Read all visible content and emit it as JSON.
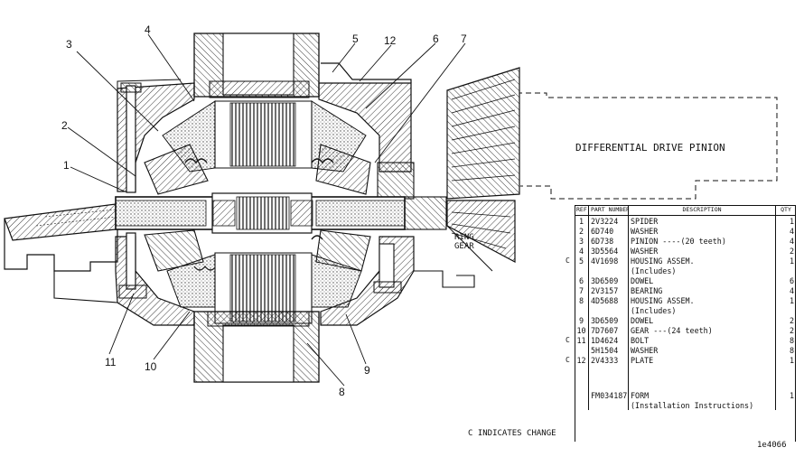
{
  "title_label": "DIFFERENTIAL DRIVE PINION",
  "ring_gear_label": "RING\nGEAR",
  "change_note": "C INDICATES CHANGE",
  "form_code": "1e4066",
  "callouts": [
    "1",
    "2",
    "3",
    "4",
    "5",
    "6",
    "7",
    "8",
    "9",
    "10",
    "11",
    "12"
  ],
  "table": {
    "headers": {
      "ref": "REF NO",
      "part": "PART NUMBER",
      "desc": "DESCRIPTION",
      "qty": "QTY"
    },
    "rows": [
      {
        "chg": "",
        "ref": "1",
        "part": "2V3224",
        "desc": "SPIDER",
        "qty": "1"
      },
      {
        "chg": "",
        "ref": "2",
        "part": "6D740",
        "desc": "WASHER",
        "qty": "4"
      },
      {
        "chg": "",
        "ref": "3",
        "part": "6D738",
        "desc": "PINION ----(20 teeth)",
        "qty": "4"
      },
      {
        "chg": "",
        "ref": "4",
        "part": "3D5564",
        "desc": "WASHER",
        "qty": "2"
      },
      {
        "chg": "C",
        "ref": "5",
        "part": "4V1698",
        "desc": "HOUSING ASSEM.",
        "qty": "1"
      },
      {
        "chg": "",
        "ref": "",
        "part": "",
        "desc": "(Includes)",
        "qty": ""
      },
      {
        "chg": "",
        "ref": "6",
        "part": "3D6509",
        "desc": "DOWEL",
        "qty": "6"
      },
      {
        "chg": "",
        "ref": "7",
        "part": "2V3157",
        "desc": "BEARING",
        "qty": "4"
      },
      {
        "chg": "",
        "ref": "8",
        "part": "4D5688",
        "desc": "HOUSING ASSEM.",
        "qty": "1"
      },
      {
        "chg": "",
        "ref": "",
        "part": "",
        "desc": "(Includes)",
        "qty": ""
      },
      {
        "chg": "",
        "ref": "9",
        "part": "3D6509",
        "desc": "DOWEL",
        "qty": "2"
      },
      {
        "chg": "",
        "ref": "10",
        "part": "7D7607",
        "desc": "GEAR ---(24 teeth)",
        "qty": "2"
      },
      {
        "chg": "C",
        "ref": "11",
        "part": "1D4624",
        "desc": "BOLT",
        "qty": "8"
      },
      {
        "chg": "",
        "ref": "",
        "part": "5H1504",
        "desc": "WASHER",
        "qty": "8"
      },
      {
        "chg": "C",
        "ref": "12",
        "part": "2V4333",
        "desc": "PLATE",
        "qty": "1"
      },
      {
        "chg": "",
        "ref": "",
        "part": "FM034187",
        "desc": "FORM",
        "qty": "1"
      },
      {
        "chg": "",
        "ref": "",
        "part": "",
        "desc": "(Installation Instructions)",
        "qty": ""
      }
    ]
  }
}
